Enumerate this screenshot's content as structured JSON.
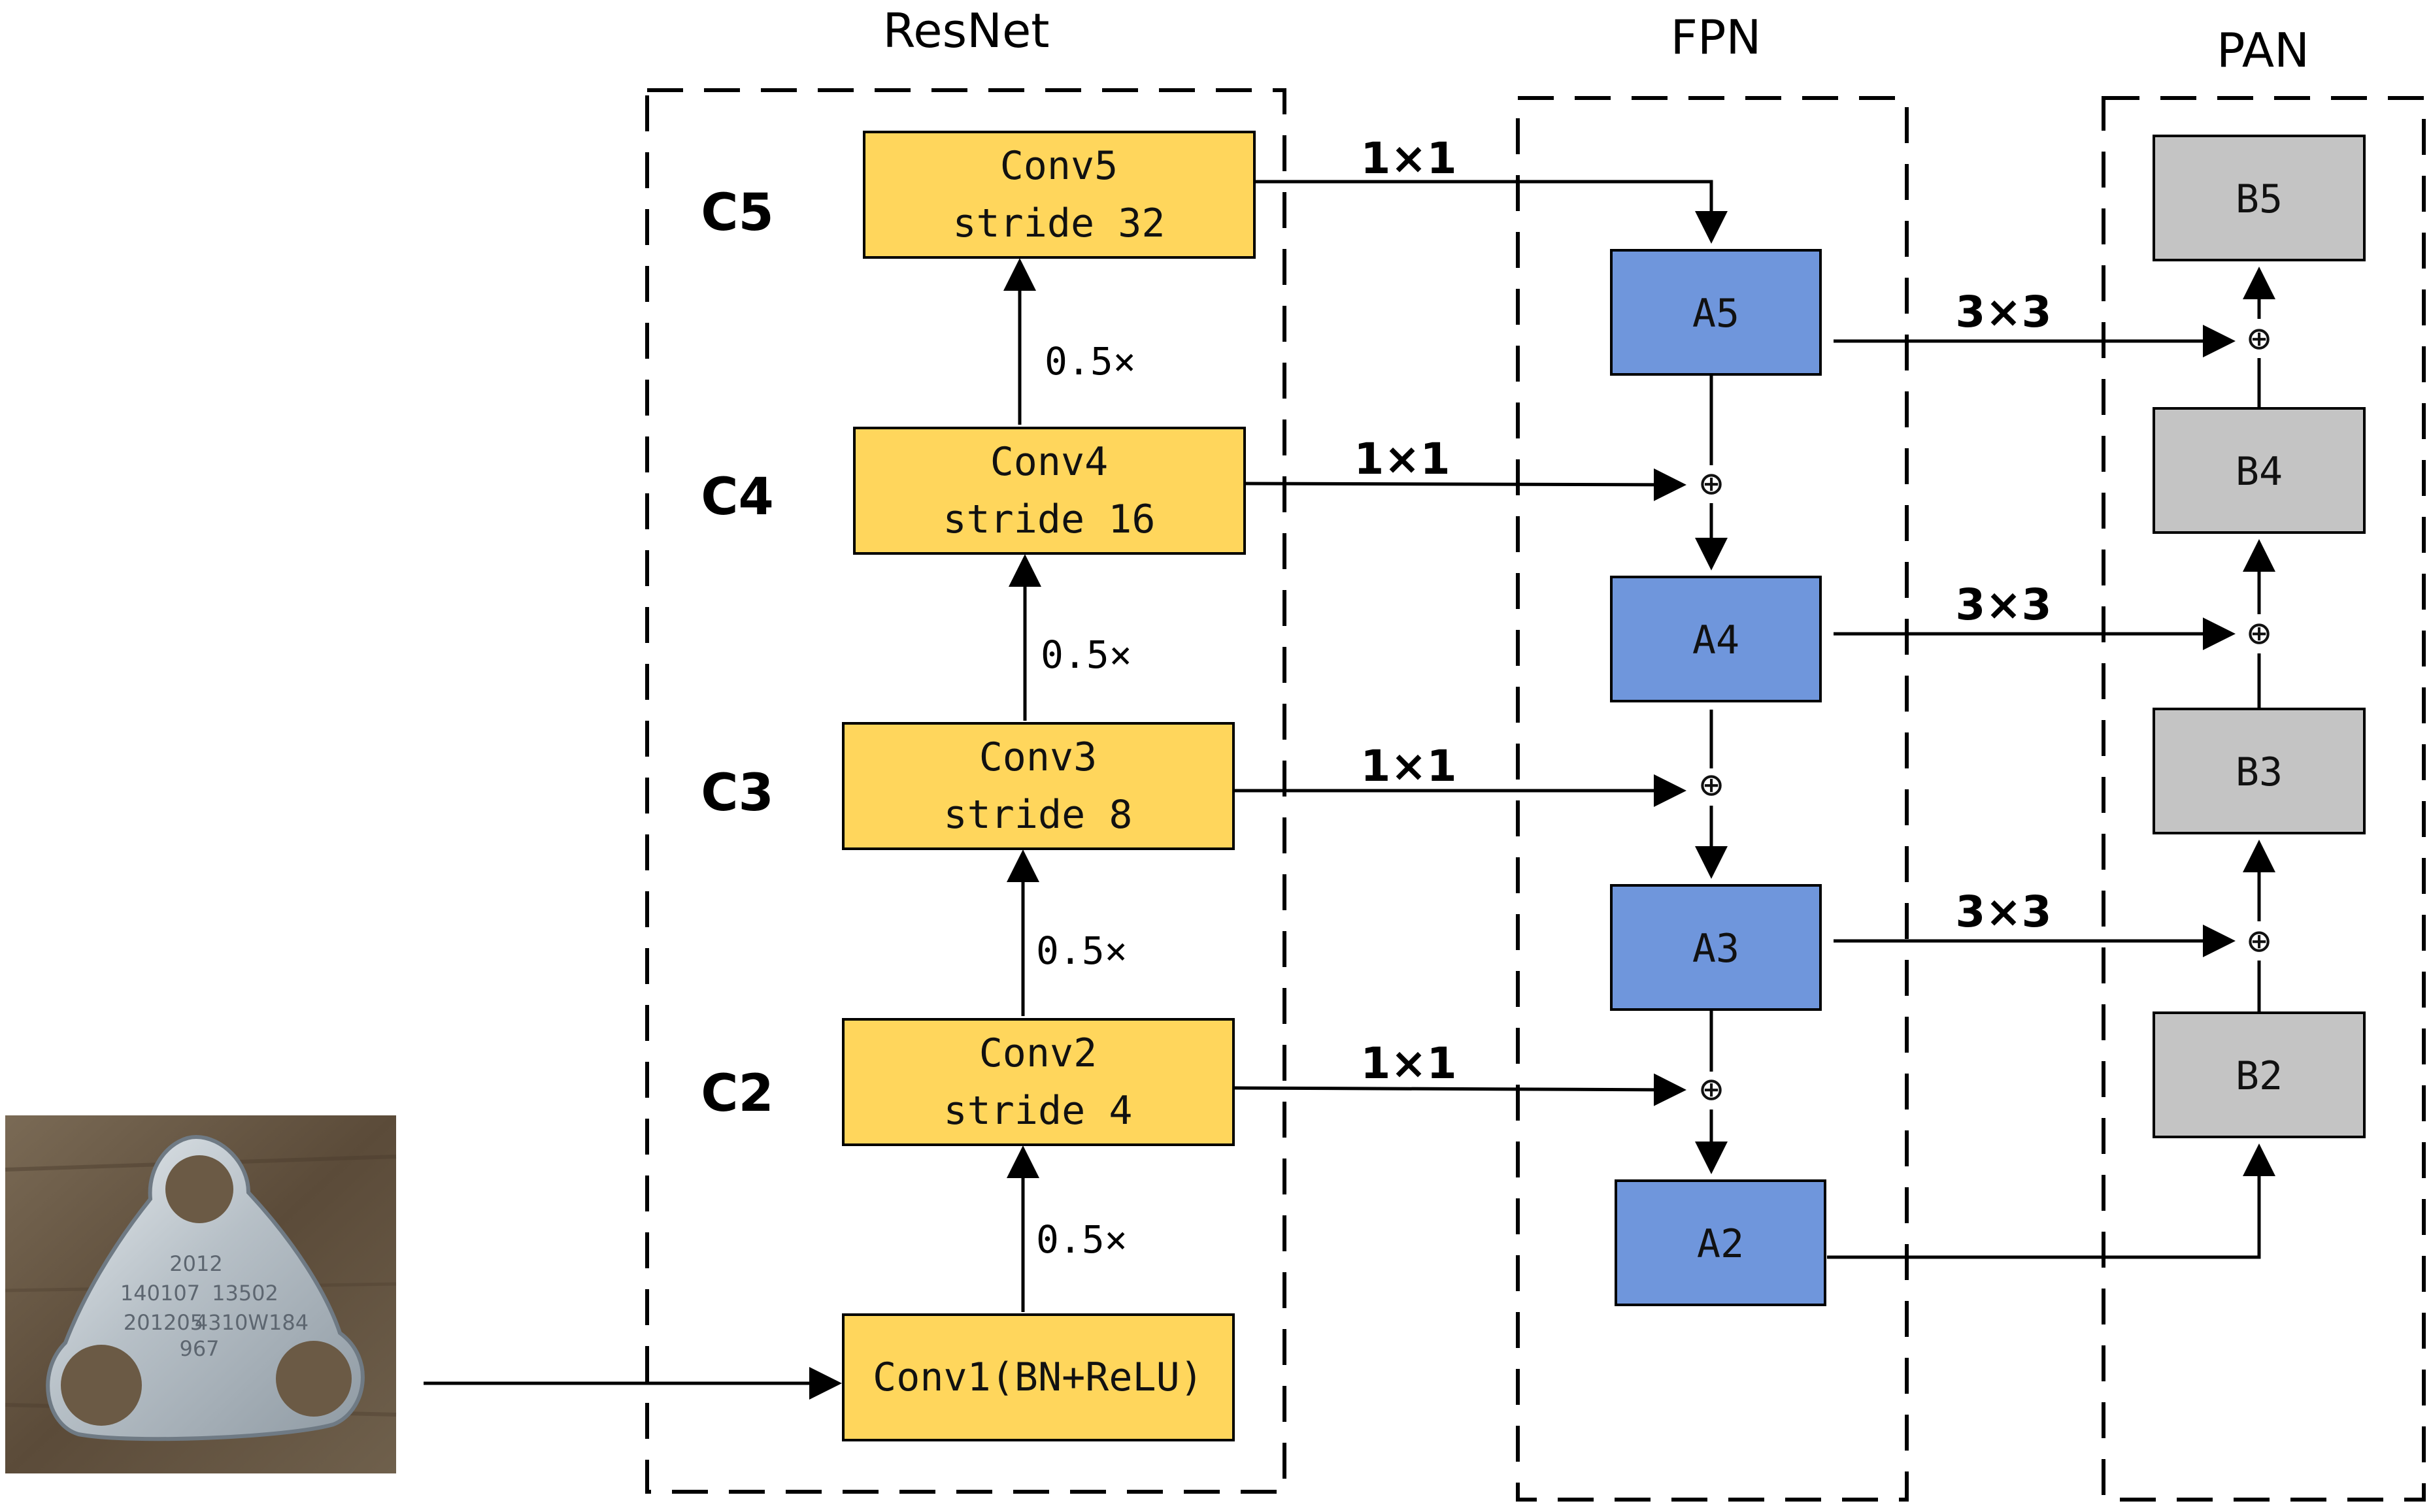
{
  "groups": {
    "resnet": "ResNet",
    "fpn": "FPN",
    "pan": "PAN"
  },
  "levels": [
    "C5",
    "C4",
    "C3",
    "C2"
  ],
  "resnet_boxes": [
    {
      "line1": "Conv5",
      "line2": "stride 32"
    },
    {
      "line1": "Conv4",
      "line2": "stride 16"
    },
    {
      "line1": "Conv3",
      "line2": "stride 8"
    },
    {
      "line1": "Conv2",
      "line2": "stride 4"
    },
    {
      "line1": "Conv1(BN+ReLU)"
    }
  ],
  "scale_labels": [
    "0.5×",
    "0.5×",
    "0.5×",
    "0.5×"
  ],
  "fpn_boxes": [
    "A5",
    "A4",
    "A3",
    "A2"
  ],
  "pan_boxes": [
    "B5",
    "B4",
    "B3",
    "B2"
  ],
  "lateral_labels": [
    "1×1",
    "1×1",
    "1×1",
    "1×1"
  ],
  "pan_labels": [
    "3×3",
    "3×3",
    "3×3"
  ],
  "plate_text": [
    "2012",
    "140107",
    "13502",
    "201205",
    "4310W184",
    "967"
  ],
  "add_symbol": "⊕",
  "colors": {
    "resnet_box": "#ffd65c",
    "fpn_box": "#6f96dc",
    "pan_box": "#c4c4c4",
    "plate_bg": "#6b5a45"
  },
  "icons": [
    "metal-plate-photo",
    "add-icon"
  ]
}
